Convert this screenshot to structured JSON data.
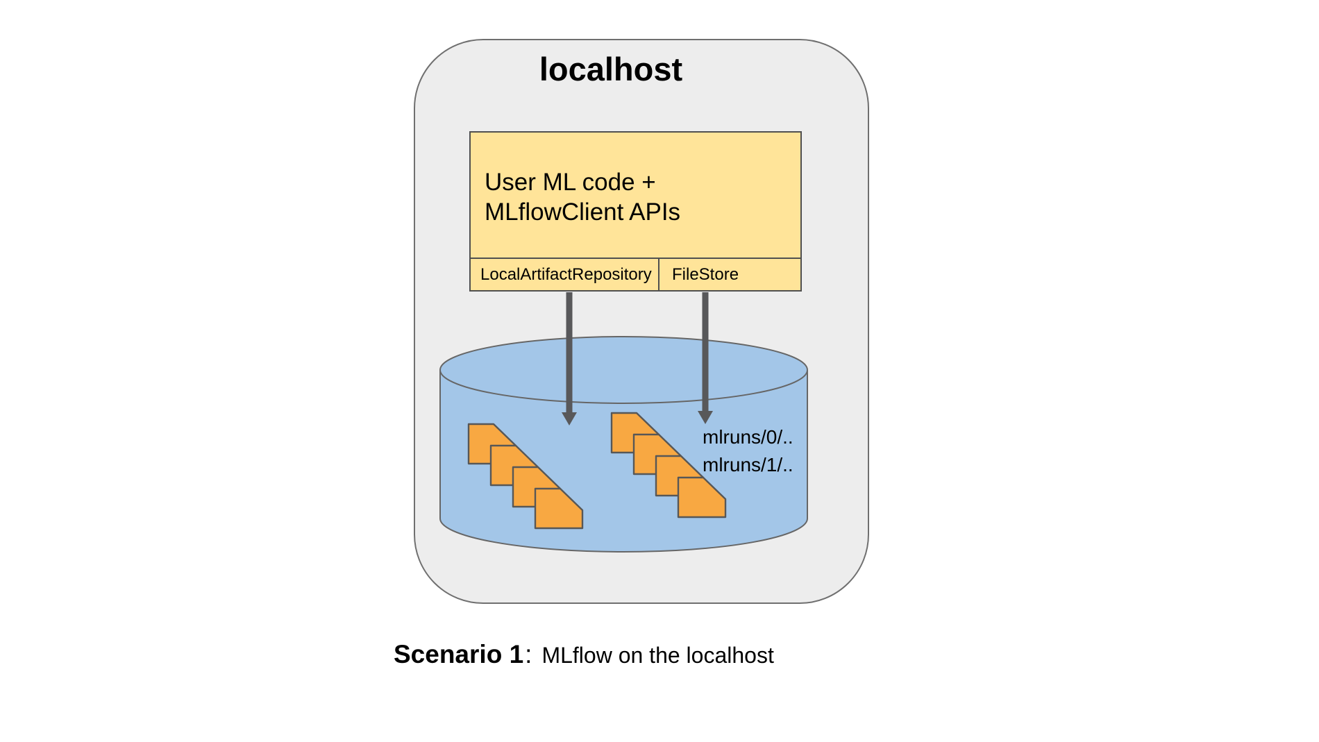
{
  "diagram": {
    "host_label": "localhost",
    "client_box": {
      "line1": "User ML code +",
      "line2": "MLflowClient APIs"
    },
    "components": [
      {
        "label": "LocalArtifactRepository"
      },
      {
        "label": "FileStore"
      }
    ],
    "storage": {
      "paths": [
        "mlruns/0/..",
        "mlruns/1/.."
      ]
    },
    "caption": {
      "title": "Scenario 1",
      "colon": ":",
      "description": "MLflow on the localhost"
    }
  },
  "colors": {
    "host_bg": "#EDEDED",
    "host_border": "#6F6F6F",
    "box_fill": "#FFE499",
    "box_border": "#4F4F4F",
    "cyl_fill": "#A3C6E8",
    "cyl_border": "#666666",
    "folder_fill": "#F8A842",
    "folder_border": "#575757",
    "arrow": "#58585A",
    "text": "#000000"
  }
}
